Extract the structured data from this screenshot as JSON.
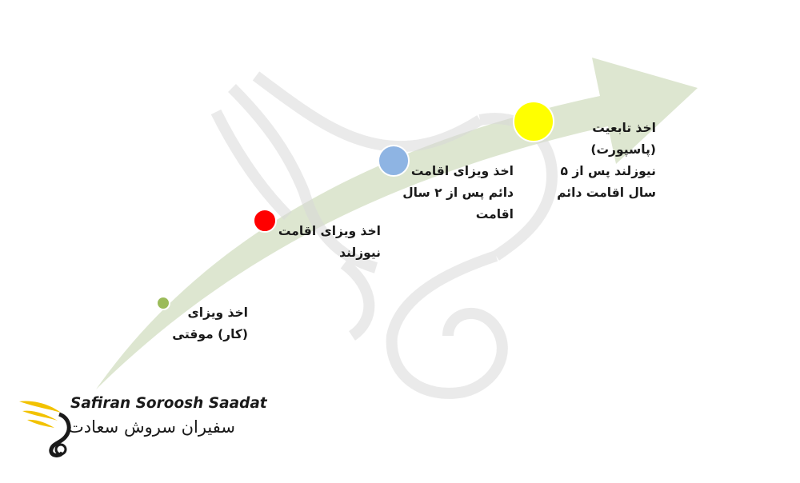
{
  "steps": [
    {
      "lines": [
        "اخذ ویزای",
        "(کار) موقتی"
      ],
      "color": "#9bbb59"
    },
    {
      "lines": [
        "اخذ ویزای اقامت",
        "نیوزلند"
      ],
      "color": "#ff0000"
    },
    {
      "lines": [
        "اخذ ویزای اقامت",
        "دائم پس از ۲ سال",
        "اقامت"
      ],
      "color": "#8eb4e3"
    },
    {
      "lines": [
        "اخذ تابعیت",
        "(پاسپورت)",
        "نیوزلند پس از ۵",
        "سال اقامت دائم"
      ],
      "color": "#ffff00"
    }
  ],
  "arrow_color": "#dde6d0",
  "logo": {
    "english": "Safiran Soroosh Saadat",
    "persian": "سفیران سروش سعادت",
    "accent_color": "#f2c200"
  }
}
